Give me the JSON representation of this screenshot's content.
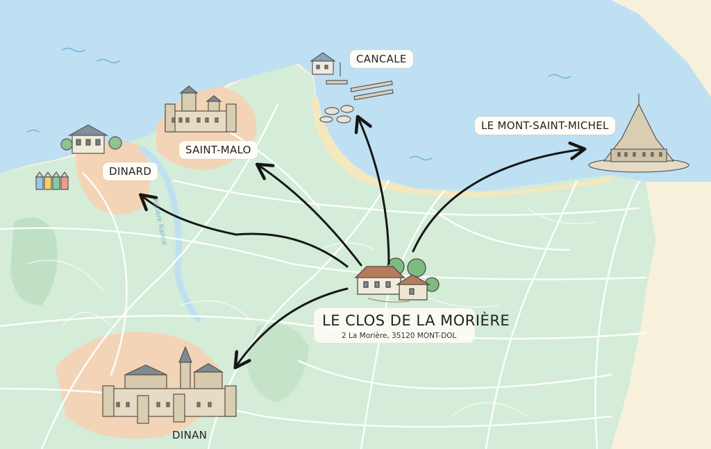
{
  "map": {
    "colors": {
      "sea": "#bfe0f2",
      "land": "#d4ecd8",
      "urban": "#f6d2b4",
      "roads": "#ffffff",
      "beach": "#f4e8bf",
      "east_land": "#f7f1dc",
      "arrow": "#161616"
    },
    "river_label": "Rivière Rance",
    "home": {
      "name": "LE CLOS DE LA MORIÈRE",
      "address": "2 La Morière, 35120 MONT-DOL",
      "icon": "farmhouse-icon"
    },
    "destinations": [
      {
        "id": "cancale",
        "label": "CANCALE",
        "icon": "harbor-oyster-beds-icon"
      },
      {
        "id": "saint-malo",
        "label": "SAINT-MALO",
        "icon": "walled-city-icon"
      },
      {
        "id": "dinard",
        "label": "DINARD",
        "icon": "villa-beach-huts-icon"
      },
      {
        "id": "mont-saint-michel",
        "label": "LE MONT-SAINT-MICHEL",
        "icon": "abbey-island-icon"
      },
      {
        "id": "dinan",
        "label": "DINAN",
        "icon": "medieval-town-icon"
      }
    ]
  }
}
